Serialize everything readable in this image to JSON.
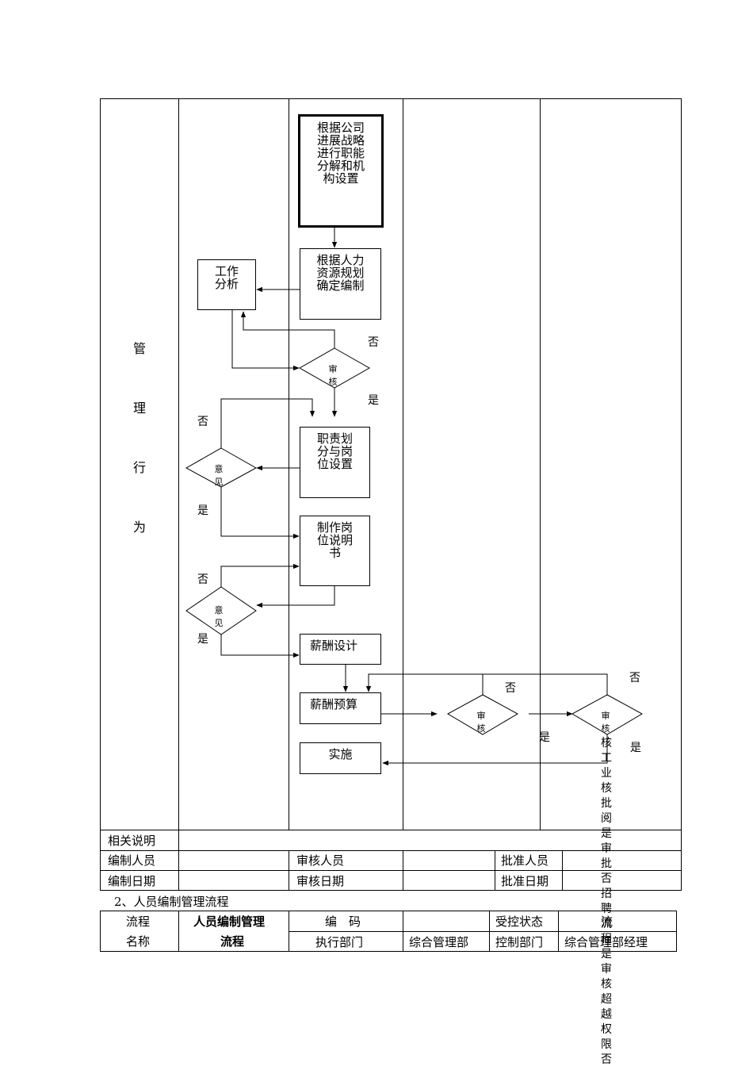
{
  "flow": {
    "side_label": [
      "管",
      "理",
      "行",
      "为"
    ],
    "nodes": {
      "strategy": "根据公司\n进展战略\n进行职能\n分解和机\n构设置",
      "staffing": "根据人力\n资源规划\n确定编制",
      "job_analysis": "工作\n分析",
      "review1": "审\n核",
      "duty": "职责划\n分与岗\n位设置",
      "opinion1": "意\n见",
      "job_desc": "制作岗\n位说明\n书",
      "opinion2": "意\n见",
      "salary_design": "薪酬设计",
      "salary_budget": "薪酬预算",
      "review2": "审\n核",
      "review3": "审\n核",
      "implement": "实施"
    },
    "yes": "是",
    "no": "否",
    "overflow_text": "核工业核批阅是审批否招聘流程是审核超越权限否"
  },
  "footer_table": {
    "related_label": "相关说明",
    "editor_label": "编制人员",
    "reviewer_label": "审核人员",
    "approver_label": "批准人员",
    "edit_date_label": "编制日期",
    "review_date_label": "审核日期",
    "approve_date_label": "批准日期"
  },
  "section_caption": "2、人员编制管理流程",
  "header_table": {
    "name_label_1": "流程",
    "name_label_2": "名称",
    "name_value_1": "人员编制管理",
    "name_value_2": "流程",
    "code_label": "编　码",
    "code_value": "",
    "status_label": "受控状态",
    "status_value": "流",
    "exec_dept_label": "执行部门",
    "exec_dept_value": "综合管理部",
    "control_dept_label": "控制部门",
    "control_dept_value": "综合管理部经理"
  }
}
